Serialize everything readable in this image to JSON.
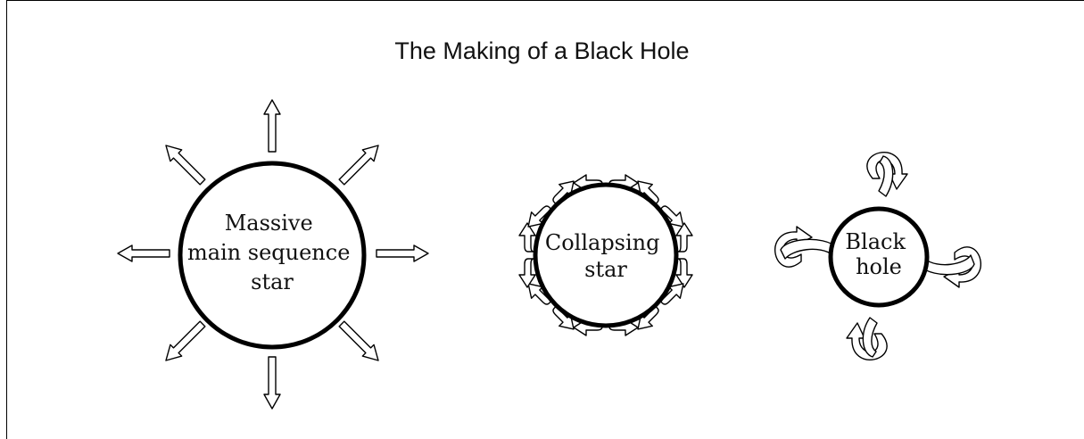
{
  "title": "The Making of a Black Hole",
  "stages": [
    {
      "label_lines": [
        "Massive",
        "main sequence",
        "star"
      ]
    },
    {
      "label_lines": [
        "Collapsing",
        "star"
      ]
    },
    {
      "label_lines": [
        "Black",
        "hole"
      ]
    }
  ],
  "colors": {
    "stroke": "#000000",
    "background": "#ffffff"
  }
}
